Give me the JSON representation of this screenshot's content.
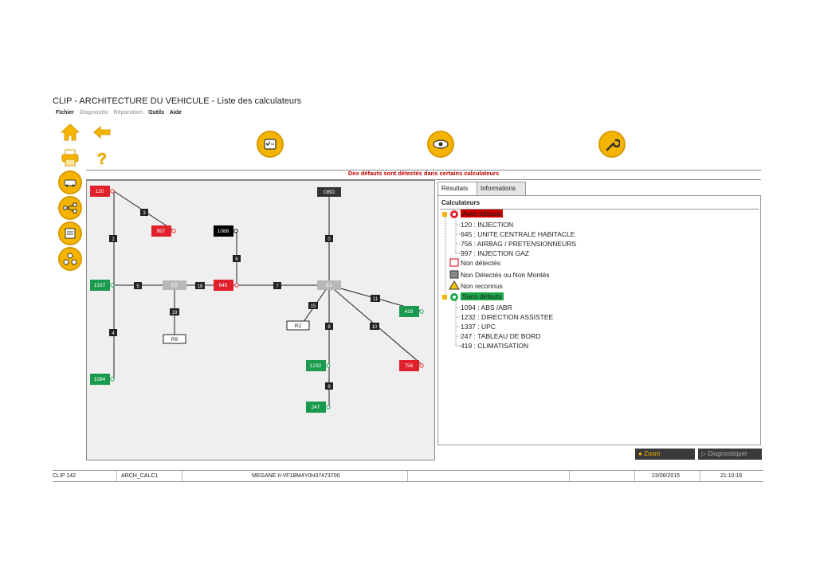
{
  "window": {
    "title": "CLIP - ARCHITECTURE DU VEHICULE - Liste des calculateurs"
  },
  "menu": {
    "items": [
      {
        "label": "Fichier",
        "enabled": true
      },
      {
        "label": "Diagnostic",
        "enabled": false
      },
      {
        "label": "Réparation",
        "enabled": false
      },
      {
        "label": "Outils",
        "enabled": true
      },
      {
        "label": "Aide",
        "enabled": true
      }
    ]
  },
  "toolbar": {
    "icons": [
      "home-icon",
      "back-arrow-icon",
      "printer-icon",
      "help-icon"
    ],
    "center_buttons": [
      "checklist-icon",
      "vehicle-eye-icon",
      "wrench-icon"
    ],
    "side_buttons": [
      "car-ecu-icon",
      "network-icon",
      "document-icon",
      "connections-icon"
    ]
  },
  "banner": {
    "text": "Des défauts sont détectés dans certains calculateurs",
    "color": "#c00000"
  },
  "diagram": {
    "colors": {
      "fault": "#e0202a",
      "ok": "#1a9a4e",
      "unknown": "#000000",
      "bus": "#b8b8b8",
      "link": "#222222"
    },
    "nodes": [
      {
        "id": "120",
        "status": "fault"
      },
      {
        "id": "997",
        "status": "fault"
      },
      {
        "id": "1088",
        "status": "unknown"
      },
      {
        "id": "OBD",
        "status": "connector"
      },
      {
        "id": "1337",
        "status": "ok"
      },
      {
        "id": "E5",
        "status": "bus"
      },
      {
        "id": "645",
        "status": "fault"
      },
      {
        "id": "E1",
        "status": "bus"
      },
      {
        "id": "419",
        "status": "ok"
      },
      {
        "id": "R2",
        "status": "notdetected"
      },
      {
        "id": "R9",
        "status": "notdetected"
      },
      {
        "id": "1232",
        "status": "ok"
      },
      {
        "id": "756",
        "status": "fault"
      },
      {
        "id": "1094",
        "status": "ok"
      },
      {
        "id": "247",
        "status": "ok"
      }
    ],
    "links": [
      "2",
      "3",
      "4",
      "5",
      "6",
      "0",
      "7",
      "8",
      "9",
      "10",
      "11",
      "15",
      "18",
      "19"
    ]
  },
  "tabs": [
    {
      "label": "Résultats",
      "active": true
    },
    {
      "label": "Informations",
      "active": false
    }
  ],
  "results": {
    "header": "Calculateurs",
    "groups": [
      {
        "label": "Avec défauts",
        "color": "#cc0000",
        "items": [
          "120 : INJECTION",
          "645 : UNITE CENTRALE HABITACLE",
          "756 : AIRBAG / PRETENSIONNEURS",
          "997 : INJECTION GAZ"
        ]
      },
      {
        "label": "Non détectés",
        "items": []
      },
      {
        "label": "Non Détectés ou Non Montés",
        "items": []
      },
      {
        "label": "Non reconnus",
        "items": []
      },
      {
        "label": "Sans défauts",
        "color": "#1aa84a",
        "items": [
          "1094 : ABS /ABR",
          "1232 : DIRECTION ASSISTEE",
          "1337 : UPC",
          "247 : TABLEAU DE BORD",
          "419 : CLIMATISATION"
        ]
      }
    ]
  },
  "buttons": {
    "zoom": "Zoom",
    "diagnose": "Diagnostiquer"
  },
  "status": {
    "clip_id": "CLIP 142",
    "screen": "ARCH_CALC1",
    "vehicle": "MEGANE II-VF1BM4Y0H37473700",
    "date": "23/06/2015",
    "time": "21:10:16"
  }
}
